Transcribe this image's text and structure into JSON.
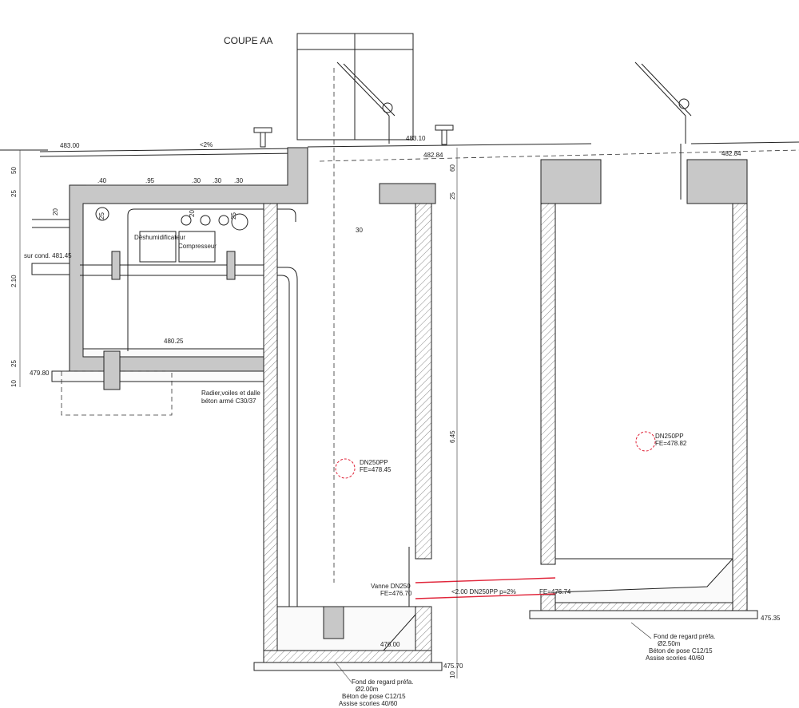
{
  "title": "COUPE AA",
  "levels": {
    "ground_left": "483.00",
    "slope": "<2%",
    "kiosk": "483.10",
    "ground_mid": "482.84",
    "ground_right": "482.84",
    "pipe_entry": "sur cond. 481.45",
    "room_floor": "480.25",
    "slab_bottom": "479.80",
    "well1_bottom": "476.00",
    "well1_base": "475.70",
    "well2_base": "475.35"
  },
  "dims": {
    "left": [
      "50",
      "25",
      "2.10",
      "25",
      "10"
    ],
    "top": [
      ".40",
      ".95",
      ".30",
      ".30",
      ".30"
    ],
    "small": [
      "20",
      "25",
      "20",
      "25",
      "30"
    ],
    "mid": [
      "60",
      "25",
      "6.45",
      "10"
    ]
  },
  "equipment": {
    "dehumidifier": "Déshumidificateur",
    "compressor": "Compresseur"
  },
  "notes": {
    "slab_line1": "Radier,voiles et dalle",
    "slab_line2": "béton armé C30/37",
    "pipe1_name": "DN250PP",
    "pipe1_fe": "FE=478.45",
    "pipe2_name": "DN250PP",
    "pipe2_fe": "FE=478.82",
    "valve_name": "Vanne DN250",
    "valve_fe": "FE=476.70",
    "link_pipe": "<2.00 DN250PP p=2%",
    "link_fe": "FE=476.74"
  },
  "well1_legend": [
    "Fond de regard préfa.",
    "Ø2.00m",
    "Béton de pose C12/15",
    "Assise scories 40/60"
  ],
  "well2_legend": [
    "Fond de regard préfa.",
    "Ø2.50m",
    "Béton de pose C12/15",
    "Assise scories 40/60"
  ],
  "colors": {
    "concrete": "#c8c8c8",
    "pipe": "#e0253a"
  }
}
